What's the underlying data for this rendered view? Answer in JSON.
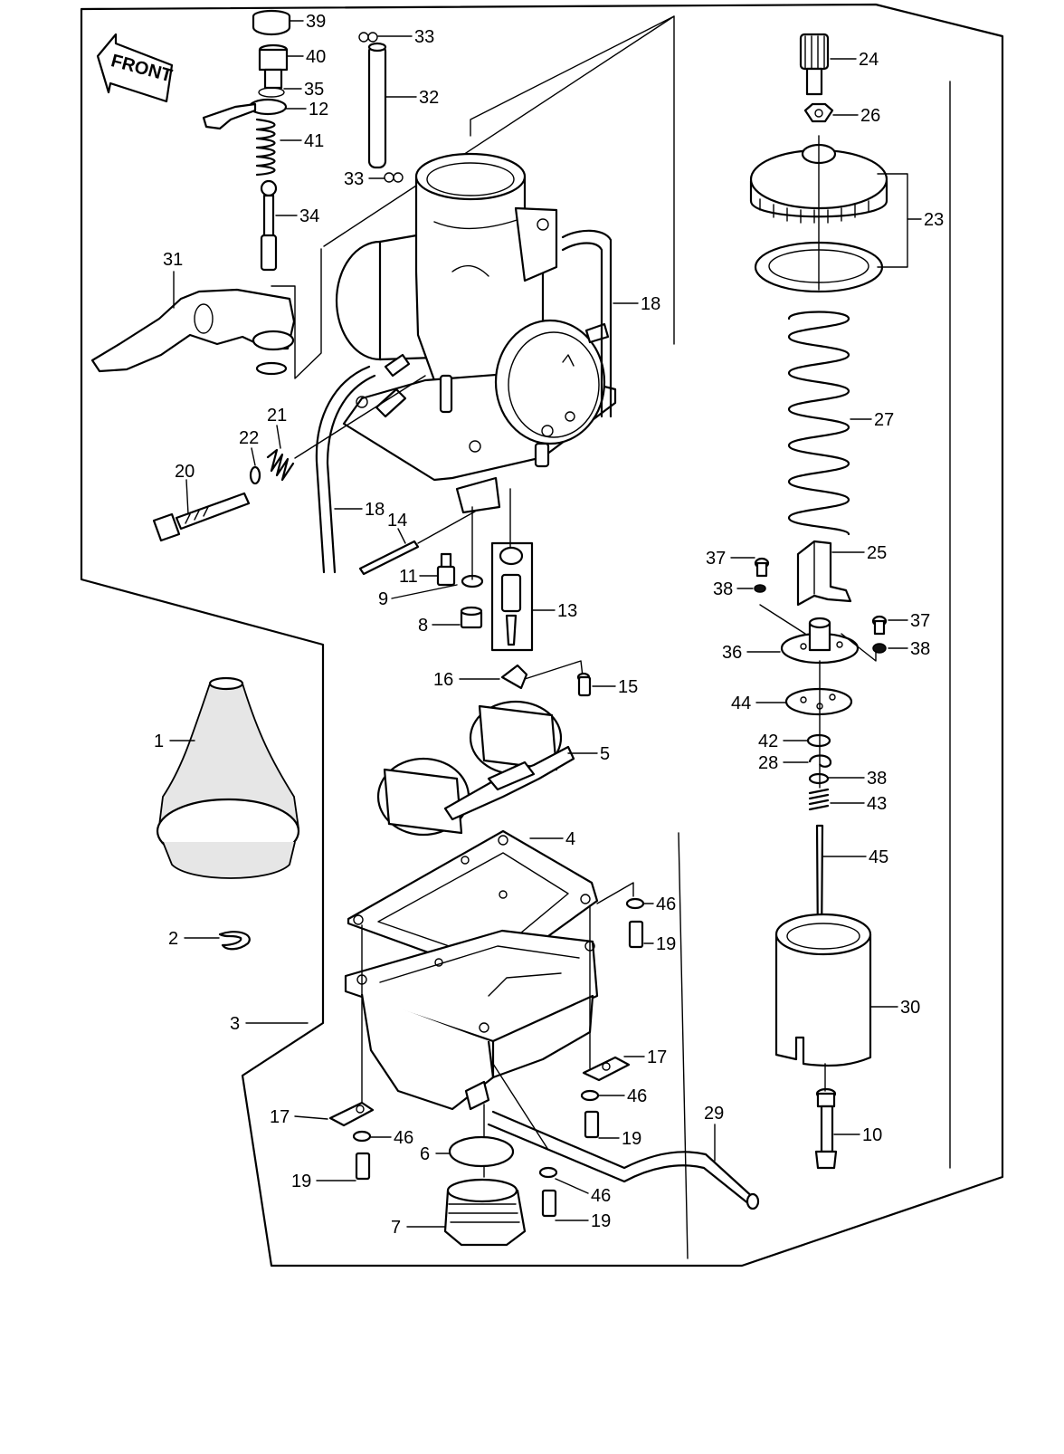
{
  "front_label": "FRONT",
  "callouts": {
    "c1": "1",
    "c2": "2",
    "c3": "3",
    "c4": "4",
    "c5": "5",
    "c6": "6",
    "c7": "7",
    "c8": "8",
    "c9": "9",
    "c10": "10",
    "c11": "11",
    "c12": "12",
    "c13": "13",
    "c14": "14",
    "c15": "15",
    "c16": "16",
    "c17a": "17",
    "c17b": "17",
    "c18a": "18",
    "c18b": "18",
    "c19a": "19",
    "c19b": "19",
    "c19c": "19",
    "c19d": "19",
    "c20": "20",
    "c21": "21",
    "c22": "22",
    "c23": "23",
    "c24": "24",
    "c25": "25",
    "c26": "26",
    "c27": "27",
    "c28": "28",
    "c29": "29",
    "c30": "30",
    "c31": "31",
    "c32": "32",
    "c33a": "33",
    "c33b": "33",
    "c34": "34",
    "c35": "35",
    "c36": "36",
    "c37a": "37",
    "c37b": "37",
    "c38a": "38",
    "c38b": "38",
    "c38c": "38",
    "c39": "39",
    "c40": "40",
    "c41": "41",
    "c42": "42",
    "c43": "43",
    "c44": "44",
    "c45": "45",
    "c46a": "46",
    "c46b": "46",
    "c46c": "46",
    "c46d": "46"
  }
}
